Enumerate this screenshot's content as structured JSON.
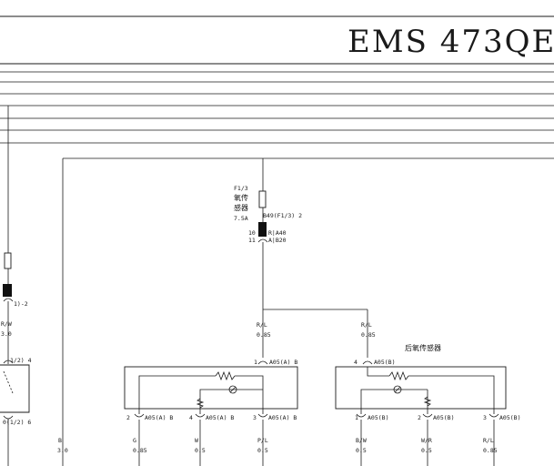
{
  "title": "EMS 473QE",
  "fuse": {
    "id": "F1/3",
    "name_line1": "氧传",
    "name_line2": "感器",
    "rating": "7.5A",
    "terminal_label": "B49(F1/3) 2"
  },
  "relay": {
    "pin_top": "10",
    "pin_bottom": "11",
    "code_top": "R|A40",
    "code_bottom": "A|B20"
  },
  "left_edge": {
    "conn1": "1)-2",
    "wire1_color": "R/W",
    "wire1_size": "3.0",
    "conn2": "1/2) 4",
    "conn3": "0(1/2) 6",
    "wire_b_color": "B",
    "wire_b_size": "3.0"
  },
  "upstream_wire_a": {
    "color": "R/L",
    "size": "0.85"
  },
  "upstream_wire_b": {
    "color": "R/L",
    "size": "0.85"
  },
  "front_sensor": {
    "top_pin": "1",
    "top_code": "A05(A) B",
    "bottom_pins": [
      {
        "pin": "2",
        "code": "A05(A) B"
      },
      {
        "pin": "4",
        "code": "A05(A) B"
      },
      {
        "pin": "3",
        "code": "A05(A) B"
      }
    ],
    "wires": [
      {
        "color": "G",
        "size": "0.85"
      },
      {
        "color": "W",
        "size": "0.5"
      },
      {
        "color": "P/L",
        "size": "0.5"
      }
    ]
  },
  "rear_sensor": {
    "name": "后氧传感器",
    "top_pin": "4",
    "top_code": "A05(B)",
    "bottom_pins": [
      {
        "pin": "1",
        "code": "A05(B)"
      },
      {
        "pin": "2",
        "code": "A05(B)"
      },
      {
        "pin": "3",
        "code": "A05(B)"
      }
    ],
    "wires": [
      {
        "color": "B/W",
        "size": "0.5"
      },
      {
        "color": "W/R",
        "size": "0.5"
      },
      {
        "color": "R/L",
        "size": "0.85"
      }
    ]
  }
}
